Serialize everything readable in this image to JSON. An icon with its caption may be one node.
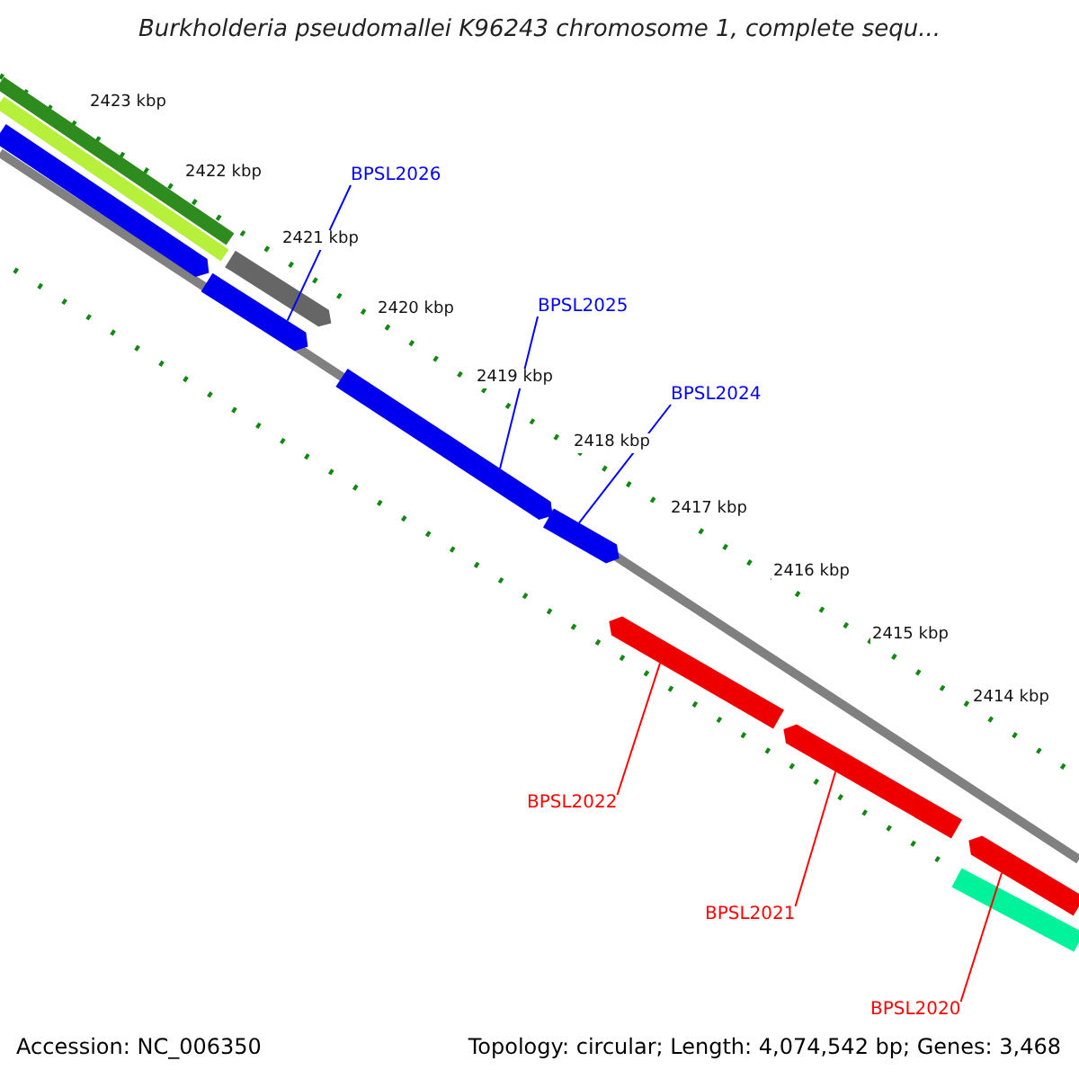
{
  "diagram": {
    "title": "Burkholderia pseudomallei K96243 chromosome 1, complete sequ...",
    "nodes": [
      {
        "text": [
          "BPSL2026"
        ]
      },
      {
        "text": [],
        "shape": "bar"
      },
      {
        "text": [
          "BPSL2025"
        ]
      },
      {
        "text": [],
        "shape": "bar"
      },
      {
        "text": [
          "BPSL2024"
        ]
      },
      {
        "text": [],
        "shape": "bar"
      },
      {
        "text": [
          "BPSL2022"
        ]
      },
      {
        "text": [],
        "shape": "bar"
      },
      {
        "text": [
          "BPSL2021"
        ]
      },
      {
        "text": [],
        "shape": "bar"
      },
      {
        "text": [
          "BPSL2020"
        ]
      },
      {
        "text": [],
        "shape": "bar"
      },
      {
        "text": [],
        "shape": "bar"
      },
      {
        "text": [],
        "shape": "bar"
      },
      {
        "text": [],
        "shape": "bar"
      }
    ],
    "edges": [
      {
        "from": 0,
        "to": 1,
        "arrow": "none",
        "color": "#0000ff"
      },
      {
        "from": 2,
        "to": 3,
        "arrow": "none",
        "color": "#0000ff"
      },
      {
        "from": 4,
        "to": 5,
        "arrow": "none",
        "color": "#0000ff"
      },
      {
        "from": 6,
        "to": 7,
        "arrow": "none",
        "color": "#ff0000"
      },
      {
        "from": 8,
        "to": 9,
        "arrow": "none",
        "color": "#ff0000"
      },
      {
        "from": 10,
        "to": 11,
        "arrow": "none",
        "color": "#ff0000"
      }
    ],
    "labels": [
      "2423 kbp",
      "2422 kbp",
      "2421 kbp",
      "2420 kbp",
      "2419 kbp",
      "2418 kbp",
      "2417 kbp",
      "2416 kbp",
      "2415 kbp",
      "2414 kbp",
      "Accession: NC_006350",
      "Topology: circular; Length: 4,074,542 bp; Genes: 3,468"
    ]
  }
}
